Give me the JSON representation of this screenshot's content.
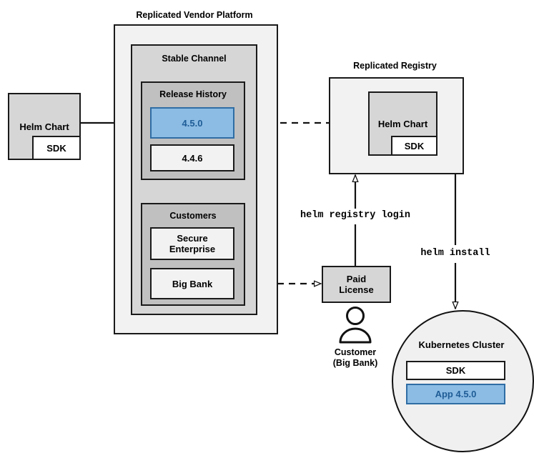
{
  "diagram": {
    "title_platform": "Replicated Vendor Platform",
    "title_registry": "Replicated Registry",
    "source_chart": {
      "name": "Helm Chart",
      "sdk": "SDK"
    },
    "channel": {
      "label": "Stable Channel"
    },
    "release_history": {
      "label": "Release History",
      "releases": [
        {
          "version": "4.5.0",
          "highlighted": true
        },
        {
          "version": "4.4.6",
          "highlighted": false
        }
      ]
    },
    "customers": {
      "label": "Customers",
      "entries": [
        {
          "name": "Secure\nEnterprise",
          "line1": "Secure",
          "line2": "Enterprise"
        },
        {
          "name": "Big Bank",
          "line1": "Big Bank",
          "line2": ""
        }
      ]
    },
    "registry_chart": {
      "name": "Helm Chart",
      "sdk": "SDK"
    },
    "paid_license": {
      "line1": "Paid",
      "line2": "License"
    },
    "customer_actor": {
      "line1": "Customer",
      "line2": "(Big Bank)"
    },
    "commands": {
      "registry_login": "helm registry login",
      "install": "helm install"
    },
    "cluster": {
      "label": "Kubernetes Cluster",
      "items": [
        {
          "name": "SDK",
          "highlighted": false
        },
        {
          "name": "App 4.5.0",
          "highlighted": true
        }
      ]
    },
    "colors": {
      "accent_blue_fill": "#8cbce4",
      "accent_blue_border": "#2f6da4",
      "accent_blue_text": "#1f5c96",
      "outline": "#1a1a1a",
      "group_light": "#f2f2f2",
      "group_mid": "#d6d6d6",
      "group_dark": "#c0c0c0"
    }
  }
}
